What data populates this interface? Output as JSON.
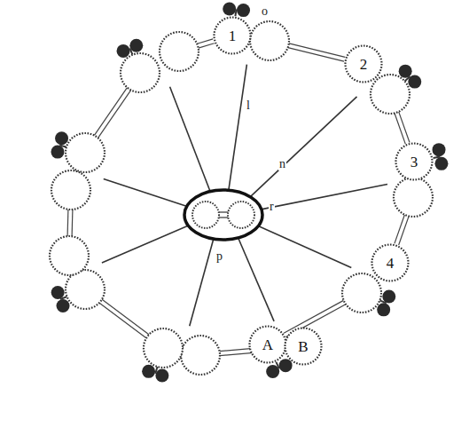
{
  "diagram": {
    "nodes": [
      {
        "text": [
          "1"
        ]
      },
      {
        "text": [
          "2"
        ]
      },
      {
        "text": [
          "3"
        ]
      },
      {
        "text": [
          "4"
        ]
      },
      {
        "text": [
          "A"
        ]
      },
      {
        "text": [
          "B"
        ]
      }
    ],
    "labels": [
      "o",
      "l",
      "n",
      "r",
      "p"
    ]
  }
}
